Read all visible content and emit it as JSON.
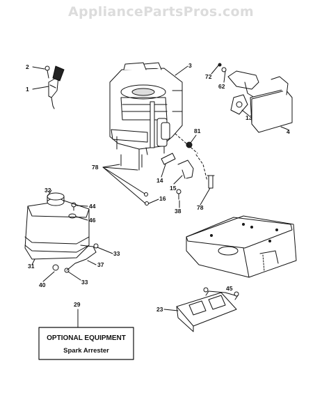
{
  "watermark": "AppliancePartsPros.com",
  "callouts": {
    "c1": "1",
    "c2": "2",
    "c3": "3",
    "c4": "4",
    "c13": "13",
    "c14": "14",
    "c15": "15",
    "c16": "16",
    "c23": "23",
    "c29": "29",
    "c31": "31",
    "c32": "32",
    "c33a": "33",
    "c33b": "33",
    "c37": "37",
    "c38": "38",
    "c40": "40",
    "c44": "44",
    "c45": "45",
    "c46": "46",
    "c62": "62",
    "c72": "72",
    "c78a": "78",
    "c78b": "78",
    "c81": "81"
  },
  "optional_box": {
    "title": "OPTIONAL EQUIPMENT",
    "subtitle": "Spark Arrester"
  }
}
